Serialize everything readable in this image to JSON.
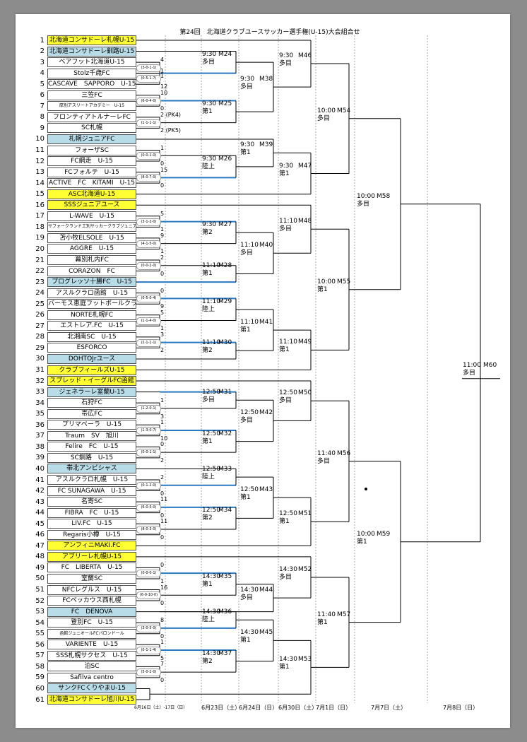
{
  "title": "第24回　北海道クラブユースサッカー選手権(U-15)大会組合せ",
  "teams": [
    {
      "n": "1",
      "name": "北海道コンサドーレ札幌U-15",
      "color": "yellow"
    },
    {
      "n": "2",
      "name": "北海道コンサドーレ釧路U-15",
      "color": "blue"
    },
    {
      "n": "3",
      "name": "ベアフット北海道U-15",
      "color": ""
    },
    {
      "n": "4",
      "name": "Stolz千歳FC",
      "color": ""
    },
    {
      "n": "5",
      "name": "CASCAVE　SAPPORO　U-15",
      "color": ""
    },
    {
      "n": "6",
      "name": "三笠FC",
      "color": ""
    },
    {
      "n": "7",
      "name": "厚別アスリートアカデミー　U-15",
      "color": "",
      "small": true
    },
    {
      "n": "8",
      "name": "フロンティアトルナーレFC",
      "color": ""
    },
    {
      "n": "9",
      "name": "SC札幌",
      "color": ""
    },
    {
      "n": "10",
      "name": "札幌ジュニアFC",
      "color": "blue"
    },
    {
      "n": "11",
      "name": "フォーザSC",
      "color": ""
    },
    {
      "n": "12",
      "name": "FC網走　U-15",
      "color": ""
    },
    {
      "n": "13",
      "name": "FCフォルテ　U-15",
      "color": ""
    },
    {
      "n": "14",
      "name": "ACTIVE　FC　KITAMI　U-15",
      "color": ""
    },
    {
      "n": "15",
      "name": "ASC北海道U-15",
      "color": "yellow"
    },
    {
      "n": "16",
      "name": "SSSジュニアユース",
      "color": "yellow"
    },
    {
      "n": "17",
      "name": "L-WAVE　U-15",
      "color": ""
    },
    {
      "n": "18",
      "name": "サフォークランドエ別サッカークラブジュニアユース",
      "color": "",
      "small": true
    },
    {
      "n": "19",
      "name": "苫小牧ELSOLE　U-15",
      "color": ""
    },
    {
      "n": "20",
      "name": "AGGRE　U-15",
      "color": ""
    },
    {
      "n": "21",
      "name": "幕別札内FC",
      "color": ""
    },
    {
      "n": "22",
      "name": "CORAZON　FC",
      "color": ""
    },
    {
      "n": "23",
      "name": "プログレッソ十勝FC　U-15",
      "color": "blue"
    },
    {
      "n": "24",
      "name": "アスルクラロ函館　U-15",
      "color": ""
    },
    {
      "n": "25",
      "name": "バーモス恵庭フットボールクラブ",
      "color": ""
    },
    {
      "n": "26",
      "name": "NORTE札幌FC",
      "color": ""
    },
    {
      "n": "27",
      "name": "エストレア.FC　U-15",
      "color": ""
    },
    {
      "n": "28",
      "name": "北湘南SC　U-15",
      "color": ""
    },
    {
      "n": "29",
      "name": "ESFORCO",
      "color": ""
    },
    {
      "n": "30",
      "name": "DOHTOJrユース",
      "color": "blue"
    },
    {
      "n": "31",
      "name": "クラブフィールズU-15",
      "color": "yellow"
    },
    {
      "n": "32",
      "name": "スプレッド・イーグルFC函館",
      "color": "yellow"
    },
    {
      "n": "33",
      "name": "ジェネラーレ室蘭U-15",
      "color": "blue"
    },
    {
      "n": "34",
      "name": "石狩FC",
      "color": ""
    },
    {
      "n": "35",
      "name": "帯広FC",
      "color": ""
    },
    {
      "n": "36",
      "name": "プリマベーラ　U-15",
      "color": ""
    },
    {
      "n": "37",
      "name": "Traum　SV　旭川",
      "color": ""
    },
    {
      "n": "38",
      "name": "Felire　FC　U-15",
      "color": ""
    },
    {
      "n": "39",
      "name": "SC釧路　U-15",
      "color": ""
    },
    {
      "n": "40",
      "name": "帯北アンビシャス",
      "color": "blue"
    },
    {
      "n": "41",
      "name": "アスルクラロ札幌　U-15",
      "color": ""
    },
    {
      "n": "42",
      "name": "FC SUNAGAWA　U-15",
      "color": ""
    },
    {
      "n": "43",
      "name": "名寄SC",
      "color": ""
    },
    {
      "n": "44",
      "name": "FIBRA　FC　U-15",
      "color": ""
    },
    {
      "n": "45",
      "name": "LIV.FC　U-15",
      "color": ""
    },
    {
      "n": "46",
      "name": "Regaris小樽　U-15",
      "color": ""
    },
    {
      "n": "47",
      "name": "アンフィニMAKI.FC",
      "color": "yellow"
    },
    {
      "n": "48",
      "name": "アブリーレ札幌U-15",
      "color": "yellow"
    },
    {
      "n": "49",
      "name": "FC　LIBERTA　U-15",
      "color": ""
    },
    {
      "n": "50",
      "name": "室蘭SC",
      "color": ""
    },
    {
      "n": "51",
      "name": "NFCレグルス　U-15",
      "color": ""
    },
    {
      "n": "52",
      "name": "FCペッカウス西札幌",
      "color": ""
    },
    {
      "n": "53",
      "name": "FC　DENOVA",
      "color": "blue"
    },
    {
      "n": "54",
      "name": "登別FC　U-15",
      "color": ""
    },
    {
      "n": "55",
      "name": "函館ジュニオールFCパロンドール",
      "color": "",
      "small": true
    },
    {
      "n": "56",
      "name": "VARIENTE　U-15",
      "color": ""
    },
    {
      "n": "57",
      "name": "SSS札幌サクセス　U-15",
      "color": ""
    },
    {
      "n": "58",
      "name": "泊SC",
      "color": ""
    },
    {
      "n": "59",
      "name": "Safilva centro",
      "color": ""
    },
    {
      "n": "60",
      "name": "サンクFCくりやまU-15",
      "color": "blue"
    },
    {
      "n": "61",
      "name": "北海道コンサドーレ旭川U-15",
      "color": "yellow"
    }
  ],
  "first_round": [
    {
      "id": "r1",
      "rec": "(3-0-1-1)",
      "s1": "4",
      "s2": "1",
      "a": 3,
      "b": 4
    },
    {
      "id": "r2",
      "rec": "(0-5-1-7)",
      "s1": "1",
      "s2": "12",
      "a": 4,
      "b": 5
    },
    {
      "id": "r3",
      "rec": "(6-0-4-0)",
      "s1": "10",
      "s2": "0",
      "a": 6,
      "b": 7
    },
    {
      "id": "r4",
      "rec": "(1-1-1-1)",
      "s1": "2 (PK4)",
      "s2": "2 (PK5)",
      "a": 8,
      "b": 9
    },
    {
      "id": "r5",
      "rec": "(0-0-1-0)",
      "s1": "1",
      "s2": "0",
      "a": 11,
      "b": 12
    },
    {
      "id": "r6",
      "rec": "(8-0-7-0)",
      "s1": "15",
      "s2": "0",
      "a": 13,
      "b": 14
    },
    {
      "id": "r7",
      "rec": "(3-1-2-0)",
      "s1": "5",
      "s2": "1",
      "a": 17,
      "b": 18
    },
    {
      "id": "r8",
      "rec": "(4-1-5-0)",
      "s1": "9",
      "s2": "1",
      "a": 19,
      "b": 20
    },
    {
      "id": "r9",
      "rec": "(0-0-2-0)",
      "s1": "2",
      "s2": "0",
      "a": 21,
      "b": 22
    },
    {
      "id": "r10",
      "rec": "(0-5-0-4)",
      "s1": "0",
      "s2": "9",
      "a": 24,
      "b": 25
    },
    {
      "id": "r11",
      "rec": "(1-1-4-0)",
      "s1": "5",
      "s2": "1",
      "a": 26,
      "b": 27
    },
    {
      "id": "r12",
      "rec": "(2-1-1-1)",
      "s1": "3",
      "s2": "2",
      "a": 28,
      "b": 29
    },
    {
      "id": "r13",
      "rec": "(1-2-0-1)",
      "s1": "1",
      "s2": "3",
      "a": 34,
      "b": 35
    },
    {
      "id": "r14",
      "rec": "(1-3-0-7)",
      "s1": "1",
      "s2": "10",
      "a": 36,
      "b": 37
    },
    {
      "id": "r15",
      "rec": "(0-0-1-1)",
      "s1": "0",
      "s2": "2",
      "a": 38,
      "b": 39
    },
    {
      "id": "r16",
      "rec": "(0-1-2-0)",
      "s1": "2",
      "s2": "0",
      "a": 41,
      "b": 42
    },
    {
      "id": "r17",
      "rec": "(6-0-5-0)",
      "s1": "11",
      "s2": "0",
      "a": 43,
      "b": 44
    },
    {
      "id": "r18",
      "rec": "(8-0-3-0)",
      "s1": "11",
      "s2": "0",
      "a": 45,
      "b": 46
    },
    {
      "id": "r19",
      "rec": "(0-0-0-1)",
      "s1": "0",
      "s2": "1",
      "a": 49,
      "b": 50
    },
    {
      "id": "r20",
      "rec": "(6-0-10-0)",
      "s1": "16",
      "s2": "0",
      "a": 51,
      "b": 52
    },
    {
      "id": "r21",
      "rec": "(3-0-5-0)",
      "s1": "8",
      "s2": "0",
      "a": 54,
      "b": 55
    },
    {
      "id": "r22",
      "rec": "(0-1-1-4)",
      "s1": "1",
      "s2": "5",
      "a": 56,
      "b": 57
    },
    {
      "id": "r23",
      "rec": "(5-0-2-0)",
      "s1": "7",
      "s2": "0",
      "a": 58,
      "b": 59
    }
  ],
  "matches": [
    {
      "id": "M24",
      "time": "9:30",
      "venue": "多目"
    },
    {
      "id": "M25",
      "time": "9:30",
      "venue": "第1"
    },
    {
      "id": "M26",
      "time": "9:30",
      "venue": "陸上"
    },
    {
      "id": "M27",
      "time": "9:30",
      "venue": "第2"
    },
    {
      "id": "M28",
      "time": "11:10",
      "venue": "第1"
    },
    {
      "id": "M29",
      "time": "11:10",
      "venue": "陸上"
    },
    {
      "id": "M30",
      "time": "11:10",
      "venue": "第2"
    },
    {
      "id": "M31",
      "time": "12:50",
      "venue": "多目"
    },
    {
      "id": "M32",
      "time": "12:50",
      "venue": "第1"
    },
    {
      "id": "M33",
      "time": "12:50",
      "venue": "陸上"
    },
    {
      "id": "M34",
      "time": "12:50",
      "venue": "第2"
    },
    {
      "id": "M35",
      "time": "14:30",
      "venue": "第1"
    },
    {
      "id": "M36",
      "time": "14:30",
      "venue": "陸上"
    },
    {
      "id": "M37",
      "time": "14:30",
      "venue": "第2"
    },
    {
      "id": "M38",
      "time": "9:30",
      "venue": "多目"
    },
    {
      "id": "M39",
      "time": "9:30",
      "venue": "第1"
    },
    {
      "id": "M40",
      "time": "11:10",
      "venue": "多目"
    },
    {
      "id": "M41",
      "time": "11:10",
      "venue": "第1"
    },
    {
      "id": "M42",
      "time": "12:50",
      "venue": "多目"
    },
    {
      "id": "M43",
      "time": "12:50",
      "venue": "第1"
    },
    {
      "id": "M44",
      "time": "14:30",
      "venue": "多目"
    },
    {
      "id": "M45",
      "time": "14:30",
      "venue": "第1"
    },
    {
      "id": "M46",
      "time": "9:30",
      "venue": "多目"
    },
    {
      "id": "M47",
      "time": "9:30",
      "venue": "第1"
    },
    {
      "id": "M48",
      "time": "11:10",
      "venue": "多目"
    },
    {
      "id": "M49",
      "time": "11:10",
      "venue": "第1"
    },
    {
      "id": "M50",
      "time": "12:50",
      "venue": "多目"
    },
    {
      "id": "M51",
      "time": "12:50",
      "venue": "第1"
    },
    {
      "id": "M52",
      "time": "14:30",
      "venue": "多目"
    },
    {
      "id": "M53",
      "time": "14:30",
      "venue": "第1"
    },
    {
      "id": "M54",
      "time": "10:00",
      "venue": "多目"
    },
    {
      "id": "M55",
      "time": "10:00",
      "venue": "第1"
    },
    {
      "id": "M56",
      "time": "11:40",
      "venue": "多目"
    },
    {
      "id": "M57",
      "time": "11:40",
      "venue": "第1"
    },
    {
      "id": "M58",
      "time": "10:00",
      "venue": "多目"
    },
    {
      "id": "M59",
      "time": "10:00",
      "venue": "第1"
    },
    {
      "id": "M60",
      "time": "11:00",
      "venue": "多目"
    }
  ],
  "dates": [
    "6月16日（土）-17日（日）",
    "6月23日（土）",
    "6月24日（日）",
    "6月30日（土）",
    "7月1日（日）",
    "7月7日（土）",
    "7月8日（日）"
  ],
  "colors": {
    "line": "#000000",
    "winner": "#2a78c0",
    "yellow": "#ffff33",
    "blue": "#b8dce8"
  }
}
